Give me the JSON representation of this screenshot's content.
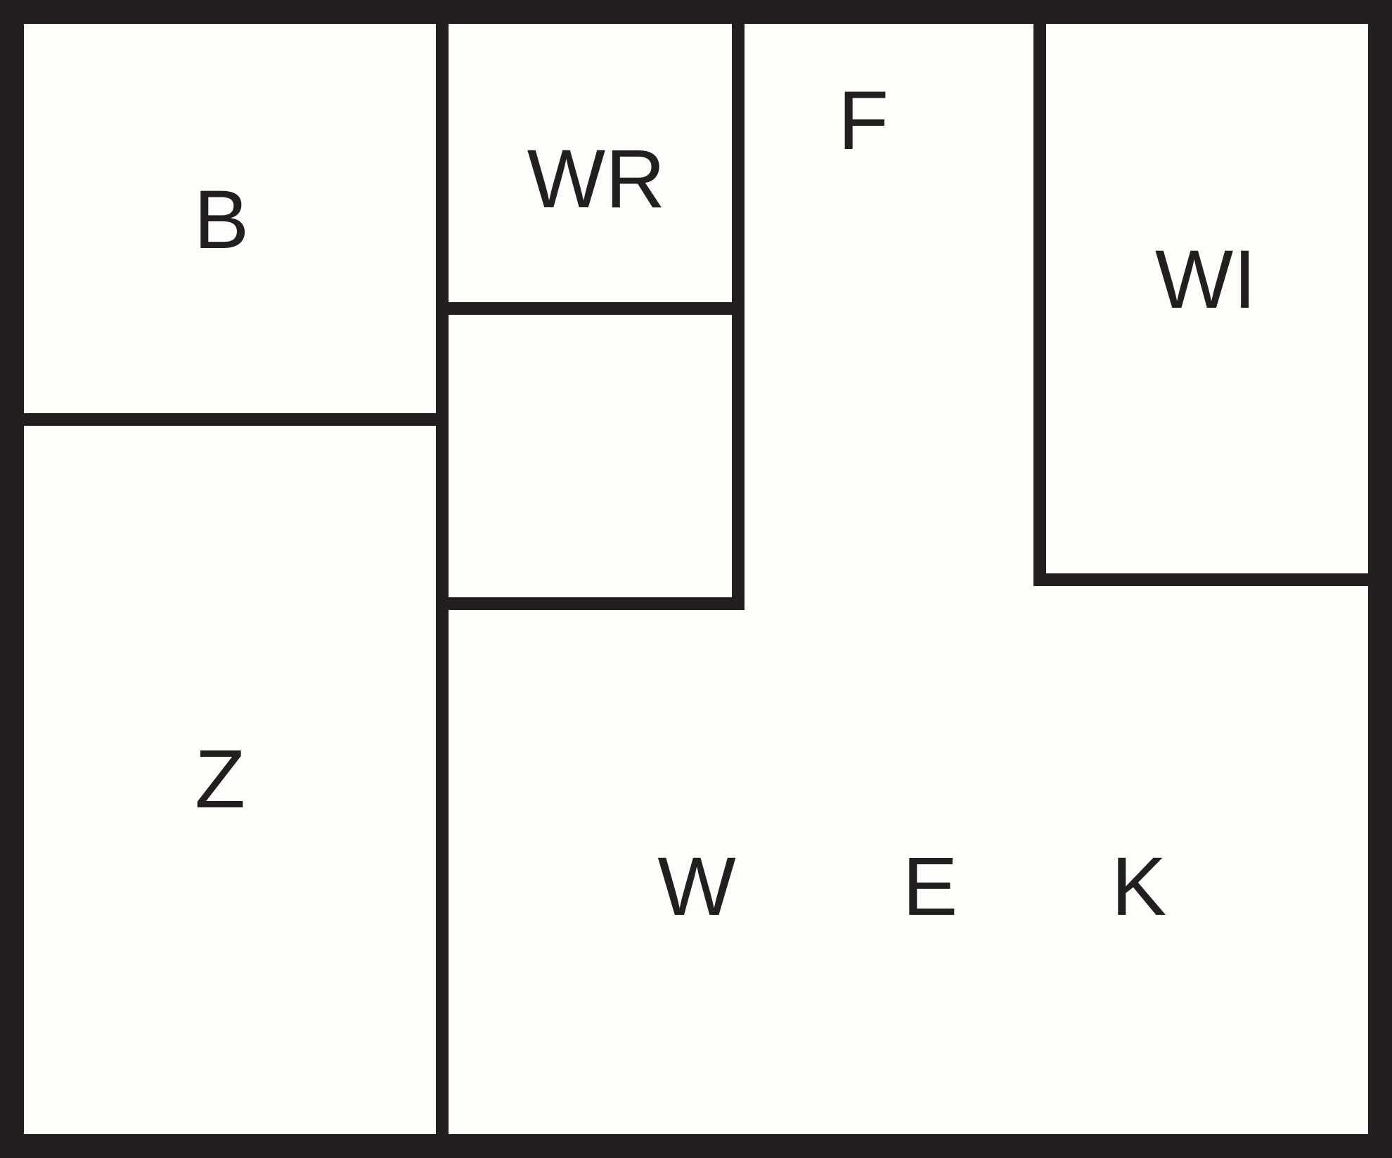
{
  "colors": {
    "background": "#fdfefa",
    "walls": "#231f20",
    "text": "#231f20"
  },
  "rooms": {
    "b": "B",
    "wr": "WR",
    "f": "F",
    "wi": "WI",
    "z": "Z",
    "w": "W",
    "e": "E",
    "k": "K"
  }
}
